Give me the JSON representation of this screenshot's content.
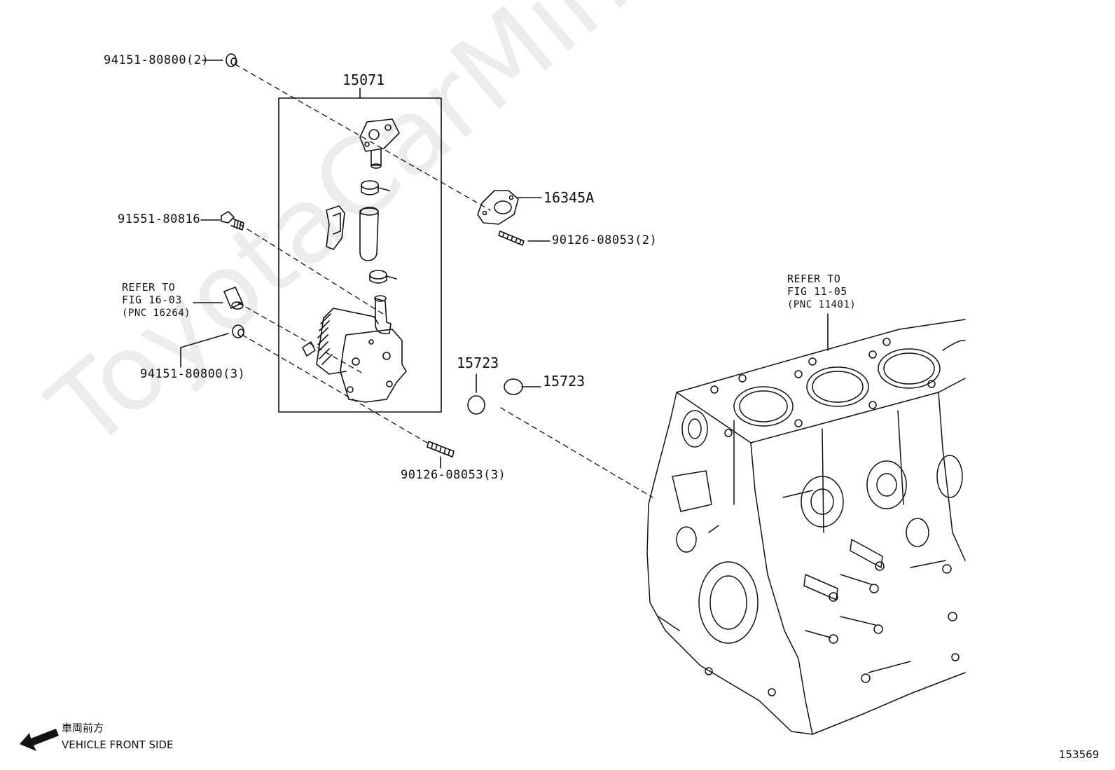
{
  "watermark": "ToyotaCarMine.ru",
  "callouts": {
    "p1": "94151-80800(2)",
    "p2": "15071",
    "p3": "16345A",
    "p4": "91551-80816",
    "p5": "90126-08053(2)",
    "p6_line1": "REFER TO",
    "p6_line2": "FIG 16-03",
    "p6_line3": "(PNC 16264)",
    "p7": "94151-80800(3)",
    "p8": "15723",
    "p9": "15723",
    "p10": "90126-08053(3)",
    "p11_line1": "REFER TO",
    "p11_line2": "FIG 11-05",
    "p11_line3": "(PNC 11401)"
  },
  "footer": {
    "front_jp": "車両前方",
    "front_en": "VEHICLE FRONT SIDE",
    "figure_number": "153569"
  }
}
